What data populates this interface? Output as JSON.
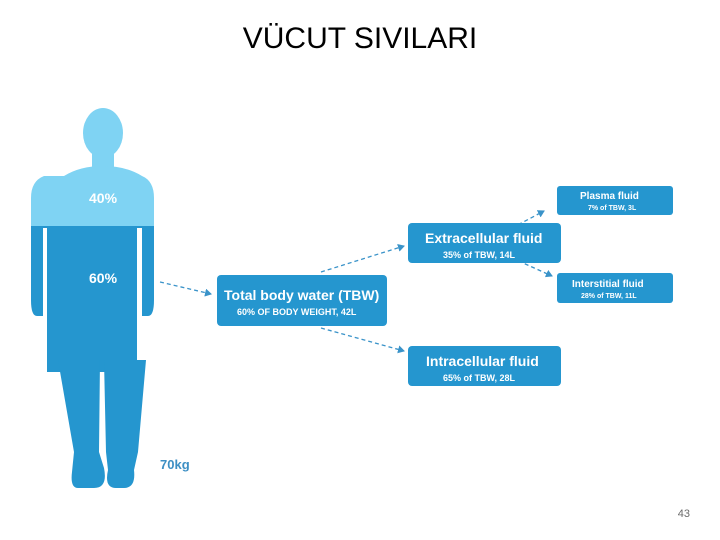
{
  "slide": {
    "title": "VÜCUT SIVILARI",
    "page_number": "43"
  },
  "figure": {
    "upper_percent": "40%",
    "lower_percent": "60%",
    "body_weight": "70kg",
    "colors": {
      "upper_fill": "#7fd3f3",
      "lower_fill": "#2596cf",
      "box_fill": "#2596cf",
      "arrow": "#3a93c9"
    }
  },
  "boxes": {
    "tbw": {
      "title": "Total body water (TBW)",
      "subtitle": "60% OF BODY WEIGHT, 42L"
    },
    "ecf": {
      "title": "Extracellular fluid",
      "subtitle": "35% of TBW, 14L"
    },
    "icf": {
      "title": "Intracellular fluid",
      "subtitle": "65% of TBW, 28L"
    },
    "plasma": {
      "title": "Plasma fluid",
      "subtitle": "7% of TBW, 3L"
    },
    "interstitial": {
      "title": "Interstitial fluid",
      "subtitle": "28% of TBW, 11L"
    }
  }
}
